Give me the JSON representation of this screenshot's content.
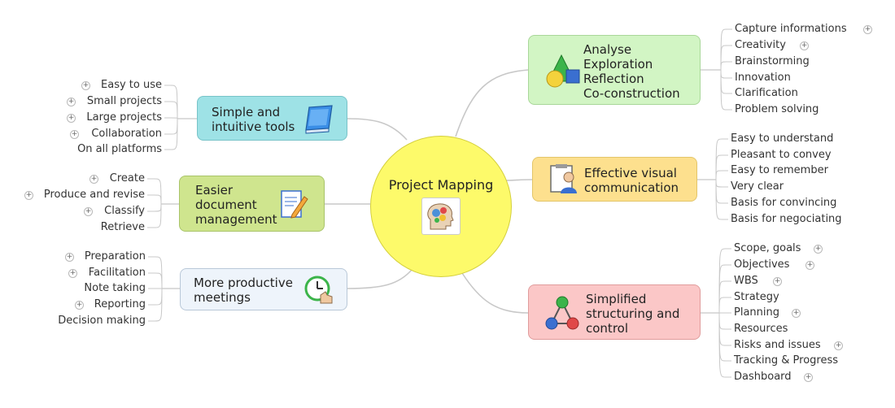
{
  "center": {
    "title": "Project Mapping",
    "icon": "brain-gears-icon"
  },
  "topics": {
    "analyse": {
      "label": "Analyse\nExploration\nReflection\nCo-construction",
      "color": "#d2f5c4",
      "border": "#a9d799",
      "icon": "shapes-icon",
      "items": [
        {
          "text": "Capture informations",
          "expand": true
        },
        {
          "text": "Creativity",
          "expand": true
        },
        {
          "text": "Brainstorming",
          "expand": false
        },
        {
          "text": "Innovation",
          "expand": false
        },
        {
          "text": "Clarification",
          "expand": false
        },
        {
          "text": "Problem solving",
          "expand": false
        }
      ]
    },
    "visual": {
      "label": "Effective visual\ncommunication",
      "color": "#fde08e",
      "border": "#e3c56a",
      "icon": "presenter-icon",
      "items": [
        {
          "text": "Easy to understand",
          "expand": false
        },
        {
          "text": "Pleasant to convey",
          "expand": false
        },
        {
          "text": "Easy to remember",
          "expand": false
        },
        {
          "text": "Very clear",
          "expand": false
        },
        {
          "text": "Basis for convincing",
          "expand": false
        },
        {
          "text": "Basis for negociating",
          "expand": false
        }
      ]
    },
    "structuring": {
      "label": "Simplified\nstructuring and\ncontrol",
      "color": "#fbc7c7",
      "border": "#e09c9c",
      "icon": "network-icon",
      "items": [
        {
          "text": "Scope, goals",
          "expand": true
        },
        {
          "text": "Objectives",
          "expand": true
        },
        {
          "text": "WBS",
          "expand": true
        },
        {
          "text": "Strategy",
          "expand": false
        },
        {
          "text": "Planning",
          "expand": true
        },
        {
          "text": "Resources",
          "expand": false
        },
        {
          "text": "Risks and issues",
          "expand": true
        },
        {
          "text": "Tracking & Progress",
          "expand": false
        },
        {
          "text": "Dashboard",
          "expand": true
        }
      ]
    },
    "tools": {
      "label": "Simple and\nintuitive tools",
      "color": "#9ee2e6",
      "border": "#78c3c8",
      "icon": "book-icon",
      "items": [
        {
          "text": "Easy to use",
          "expand": true
        },
        {
          "text": "Small projects",
          "expand": true
        },
        {
          "text": "Large projects",
          "expand": true
        },
        {
          "text": "Collaboration",
          "expand": true
        },
        {
          "text": "On all platforms",
          "expand": false
        }
      ]
    },
    "documents": {
      "label": "Easier\ndocument\nmanagement",
      "color": "#cfe58e",
      "border": "#a9c46a",
      "icon": "document-edit-icon",
      "items": [
        {
          "text": "Create",
          "expand": true
        },
        {
          "text": "Produce and revise",
          "expand": true
        },
        {
          "text": "Classify",
          "expand": true
        },
        {
          "text": "Retrieve",
          "expand": false
        }
      ]
    },
    "meetings": {
      "label": "More productive\nmeetings",
      "color": "#eef4fb",
      "border": "#b9c8d8",
      "icon": "clock-hand-icon",
      "items": [
        {
          "text": "Preparation",
          "expand": true
        },
        {
          "text": "Facilitation",
          "expand": true
        },
        {
          "text": "Note taking",
          "expand": false
        },
        {
          "text": "Reporting",
          "expand": true
        },
        {
          "text": "Decision making",
          "expand": false
        }
      ]
    }
  },
  "connector_color": "#c8c8c8"
}
